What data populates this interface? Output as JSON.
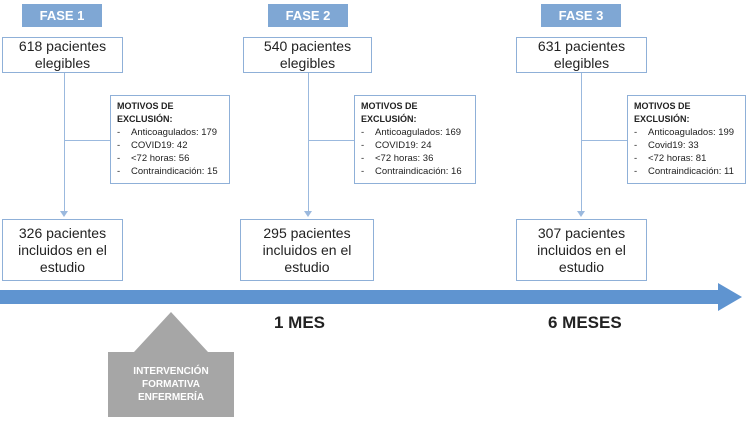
{
  "phases": [
    {
      "label": "FASE 1",
      "eligible": [
        "618 pacientes",
        "elegibles"
      ],
      "exclusion_title": "MOTIVOS DE EXCLUSIÓN:",
      "exclusions": [
        "Anticoagulados: 179",
        "COVID19: 42",
        "<72 horas: 56",
        "Contraindicación: 15"
      ],
      "included": [
        "326 pacientes",
        "incluidos en el",
        "estudio"
      ]
    },
    {
      "label": "FASE 2",
      "eligible": [
        "540 pacientes",
        "elegibles"
      ],
      "exclusion_title": "MOTIVOS DE EXCLUSIÓN:",
      "exclusions": [
        "Anticoagulados: 169",
        "COVID19: 24",
        "<72 horas: 36",
        "Contraindicación: 16"
      ],
      "included": [
        "295 pacientes",
        "incluidos en el",
        "estudio"
      ]
    },
    {
      "label": "FASE 3",
      "eligible": [
        "631 pacientes",
        "elegibles"
      ],
      "exclusion_title": "MOTIVOS DE EXCLUSIÓN:",
      "exclusions": [
        "Anticoagulados: 199",
        "Covid19: 33",
        "<72 horas: 81",
        "Contraindicación: 11"
      ],
      "included": [
        "307 pacientes",
        "incluidos en el",
        "estudio"
      ]
    }
  ],
  "timeline": {
    "mark_1": "1 MES",
    "mark_2": "6 MESES"
  },
  "intervention": [
    "INTERVENCIÓN",
    "FORMATIVA",
    "ENFERMERÍA"
  ],
  "colors": {
    "phase_header": "#7fa7d4",
    "box_border": "#8fb0d8",
    "timeline": "#5f94d0",
    "intervention": "#a6a6a6"
  }
}
